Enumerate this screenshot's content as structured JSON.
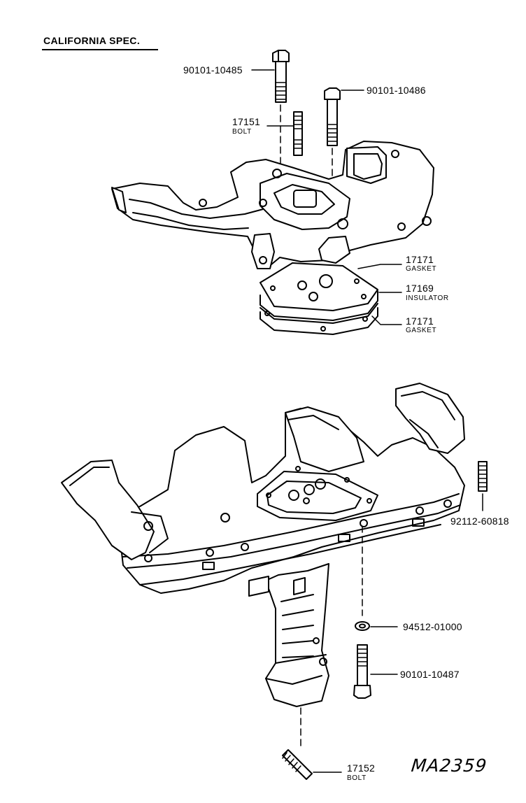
{
  "title": "CALIFORNIA SPEC.",
  "drawing_code": "MA2359",
  "callouts": {
    "bolt_top_left": {
      "part_no": "90101-10485"
    },
    "bolt_top_right": {
      "part_no": "90101-10486"
    },
    "stud_upper": {
      "part_no": "17151",
      "desc": "BOLT"
    },
    "gasket_upper": {
      "part_no": "17171",
      "desc": "GASKET"
    },
    "insulator": {
      "part_no": "17169",
      "desc": "INSULATOR"
    },
    "gasket_lower": {
      "part_no": "17171",
      "desc": "GASKET"
    },
    "stud_right": {
      "part_no": "92112-60818"
    },
    "washer": {
      "part_no": "94512-01000"
    },
    "bolt_lower": {
      "part_no": "90101-10487"
    },
    "stud_bottom": {
      "part_no": "17152",
      "desc": "BOLT"
    }
  }
}
